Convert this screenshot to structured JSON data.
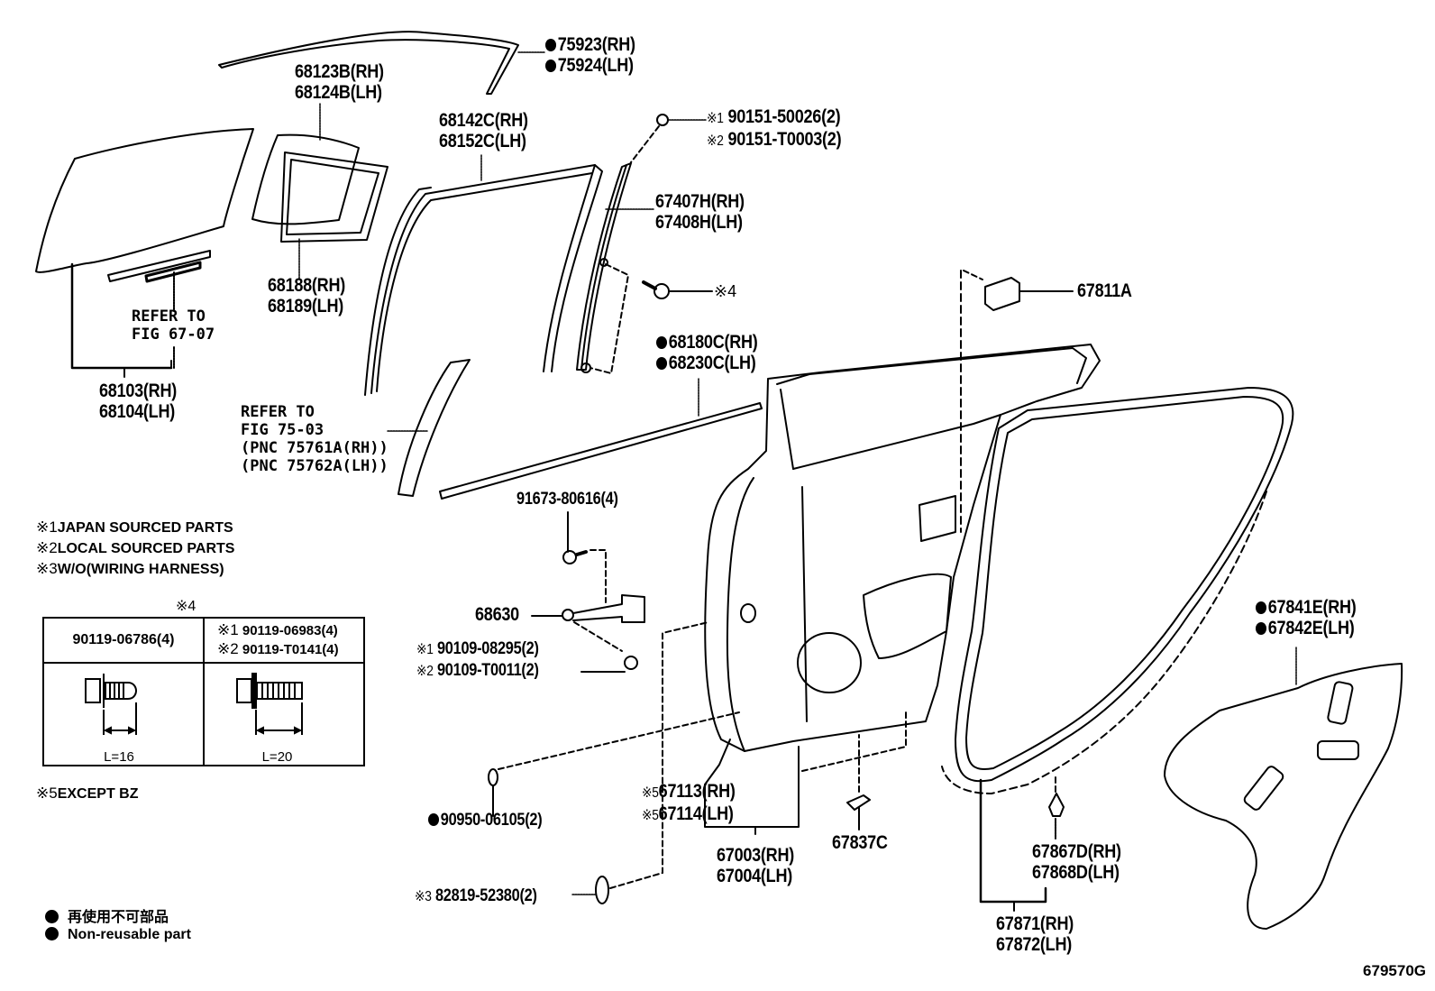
{
  "figure_id": "679570G",
  "callouts": {
    "p75923": {
      "lines": [
        "75923(RH)",
        "75924(LH)"
      ],
      "non_reusable": true
    },
    "p68123": {
      "lines": [
        "68123B(RH)",
        "68124B(LH)"
      ],
      "non_reusable": false
    },
    "p68142": {
      "lines": [
        "68142C(RH)",
        "68152C(LH)"
      ],
      "non_reusable": false
    },
    "p90151": {
      "lines": [
        "90151-50026(2)",
        "90151-T0003(2)"
      ],
      "marks": [
        "※1",
        "※2"
      ]
    },
    "p67407": {
      "lines": [
        "67407H(RH)",
        "67408H(LH)"
      ],
      "non_reusable": false
    },
    "p68188": {
      "lines": [
        "68188(RH)",
        "68189(LH)"
      ],
      "non_reusable": false
    },
    "star4": {
      "text": "※4"
    },
    "p67811": {
      "lines": [
        "67811A"
      ]
    },
    "refer6707": {
      "lines": [
        "REFER TO",
        "FIG 67-07"
      ]
    },
    "p68180": {
      "lines": [
        "68180C(RH)",
        "68230C(LH)"
      ],
      "non_reusable": true
    },
    "p68103": {
      "lines": [
        "68103(RH)",
        "68104(LH)"
      ],
      "non_reusable": false
    },
    "refer7503": {
      "lines": [
        "REFER TO",
        "FIG 75-03",
        "(PNC 75761A(RH))",
        "(PNC 75762A(LH))"
      ]
    },
    "p91673": {
      "lines": [
        "91673-80616(4)"
      ]
    },
    "p68630": {
      "lines": [
        "68630"
      ]
    },
    "p90109": {
      "lines": [
        "90109-08295(2)",
        "90109-T0011(2)"
      ],
      "marks": [
        "※1",
        "※2"
      ]
    },
    "p67841": {
      "lines": [
        "67841E(RH)",
        "67842E(LH)"
      ],
      "non_reusable": true
    },
    "p67113": {
      "lines": [
        "67113(RH)",
        "67114(LH)"
      ],
      "marks": [
        "※5",
        "※5"
      ]
    },
    "p90950": {
      "lines": [
        "90950-06105(2)"
      ],
      "non_reusable": true
    },
    "p67003": {
      "lines": [
        "67003(RH)",
        "67004(LH)"
      ]
    },
    "p67837": {
      "lines": [
        "67837C"
      ]
    },
    "p67867": {
      "lines": [
        "67867D(RH)",
        "67868D(LH)"
      ]
    },
    "p82819": {
      "lines": [
        "82819-52380(2)"
      ],
      "marks": [
        "※3"
      ]
    },
    "p67871": {
      "lines": [
        "67871(RH)",
        "67872(LH)"
      ]
    }
  },
  "notes": [
    {
      "mark": "※1",
      "text": "JAPAN SOURCED PARTS"
    },
    {
      "mark": "※2",
      "text": "LOCAL SOURCED PARTS"
    },
    {
      "mark": "※3",
      "text": "W/O(WIRING HARNESS)"
    },
    {
      "mark": "※5",
      "text": "EXCEPT BZ"
    }
  ],
  "bolt_table": {
    "title": "※4",
    "col1": {
      "part": "90119-06786(4)",
      "length": "L=16"
    },
    "col2": {
      "parts": [
        {
          "mark": "※1",
          "part": "90119-06983(4)"
        },
        {
          "mark": "※2",
          "part": "90119-T0141(4)"
        }
      ],
      "length": "L=20"
    }
  },
  "legend": [
    {
      "text": "再使用不可部品"
    },
    {
      "text": "Non-reusable part"
    }
  ]
}
